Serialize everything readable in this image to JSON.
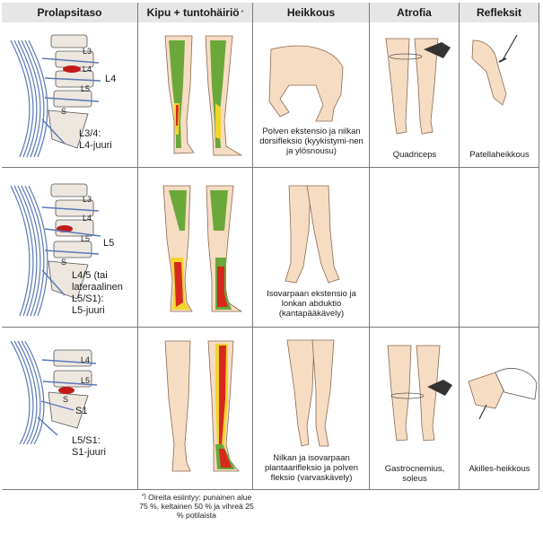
{
  "headers": [
    "Prolapsitaso",
    "Kipu + tuntohäiriö",
    "*",
    "Heikkous",
    "Atrofia",
    "Refleksit"
  ],
  "rows": [
    {
      "level_label": "L3/4:\nL4-juuri",
      "root_marker": "L4",
      "vertebrae": [
        "L3",
        "L4",
        "L5",
        "S"
      ],
      "weakness": "Polven ekstensio ja nilkan dorsifleksio (kyykistymi-nen ja ylösnousu)",
      "atrophy": "Quadriceps",
      "reflex": "Patellaheikkous"
    },
    {
      "level_label": "L4/5 (tai lateraalinen L5/S1):\nL5-juuri",
      "root_marker": "L5",
      "vertebrae": [
        "L3",
        "L4",
        "L5",
        "S"
      ],
      "weakness": "Isovarpaan ekstensio ja lonkan abduktio (kantapääkävely)",
      "atrophy": "",
      "reflex": ""
    },
    {
      "level_label": "L5/S1:\nS1-juuri",
      "root_marker": "S1",
      "vertebrae": [
        "L4",
        "L5",
        "S"
      ],
      "weakness": "Nilkan ja isovarpaan plantaarifleksio ja polven fleksio (varvaskävely)",
      "atrophy": "Gastrocnemius, soleus",
      "reflex": "Akilles-heikkous"
    }
  ],
  "footnote": {
    "marker": "*)",
    "text": "Oireita esiintyy: punainen alue 75 %, keltainen 50 % ja vihreä 25 % potilaista"
  },
  "colors": {
    "red": "#d7281e",
    "yellow": "#f2d52a",
    "green": "#6aa83a",
    "skin": "#f6dcc3",
    "skin_line": "#8a6a50",
    "nerve": "#5a78b8",
    "disc": "#c21a1a",
    "header_bg": "#e6e6e6",
    "grid": "#7a7a7a"
  }
}
